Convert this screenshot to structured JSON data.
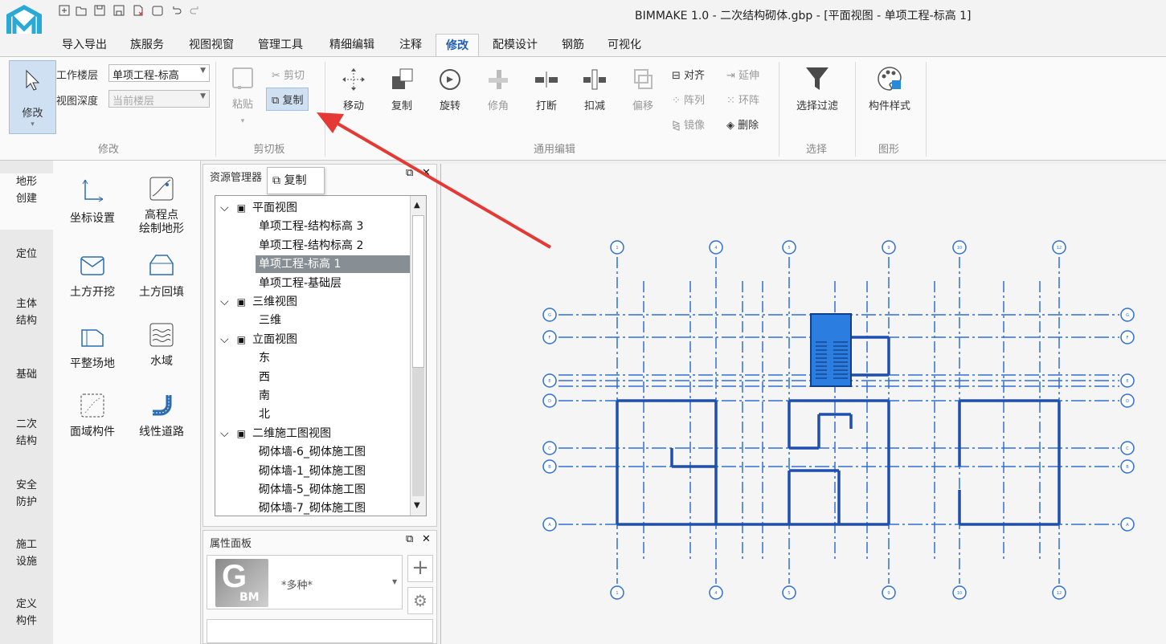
{
  "window": {
    "title": "BIMMAKE 1.0 - 二次结构砌体.gbp - [平面视图 - 单项工程-标高 1]"
  },
  "menu": {
    "items": [
      "导入导出",
      "族服务",
      "视图视窗",
      "管理工具",
      "精细编辑",
      "注释",
      "修改",
      "配模设计",
      "钢筋",
      "可视化"
    ],
    "active": "修改"
  },
  "ribbon": {
    "modify": {
      "label": "修改",
      "group": "修改",
      "work_floor_label": "工作楼层",
      "work_floor_value": "单项工程-标高",
      "view_depth_label": "视图深度",
      "view_depth_value": "当前楼层"
    },
    "clipboard": {
      "group": "剪切板",
      "paste": "粘贴",
      "cut": "剪切",
      "copy": "复制"
    },
    "edit": {
      "group": "通用编辑",
      "move": "移动",
      "copy": "复制",
      "rotate": "旋转",
      "trim": "修角",
      "break": "打断",
      "subtract": "扣减",
      "offset": "偏移",
      "align": "对齐",
      "extend": "延伸",
      "array": "阵列",
      "ring": "环阵",
      "mirror": "镜像",
      "delete": "删除"
    },
    "select": {
      "group": "选择",
      "filter": "选择过滤"
    },
    "graphics": {
      "group": "图形",
      "style": "构件样式"
    }
  },
  "left_tabs": [
    "地形\n创建",
    "定位",
    "主体\n结构",
    "基础",
    "二次\n结构",
    "安全\n防护",
    "施工\n设施",
    "定义\n构件"
  ],
  "tools": [
    {
      "label": "坐标设置",
      "icon": "coordinate-icon"
    },
    {
      "label": "高程点\n绘制地形",
      "icon": "elevation-terrain-icon"
    },
    {
      "label": "土方开挖",
      "icon": "excavation-icon"
    },
    {
      "label": "土方回填",
      "icon": "backfill-icon"
    },
    {
      "label": "平整场地",
      "icon": "site-leveling-icon"
    },
    {
      "label": "水域",
      "icon": "water-icon"
    },
    {
      "label": "面域构件",
      "icon": "area-component-icon"
    },
    {
      "label": "线性道路",
      "icon": "linear-road-icon"
    }
  ],
  "resource_manager": {
    "title": "资源管理器",
    "tooltip": "复制",
    "tree": [
      {
        "text": "平面视图",
        "level": 0,
        "expanded": true
      },
      {
        "text": "单项工程-结构标高 3",
        "level": 1
      },
      {
        "text": "单项工程-结构标高 2",
        "level": 1
      },
      {
        "text": "单项工程-标高 1",
        "level": 1,
        "selected": true
      },
      {
        "text": "单项工程-基础层",
        "level": 1
      },
      {
        "text": "三维视图",
        "level": 0,
        "expanded": true
      },
      {
        "text": "三维",
        "level": 1
      },
      {
        "text": "立面视图",
        "level": 0,
        "expanded": true
      },
      {
        "text": "东",
        "level": 1
      },
      {
        "text": "西",
        "level": 1
      },
      {
        "text": "南",
        "level": 1
      },
      {
        "text": "北",
        "level": 1
      },
      {
        "text": "二维施工图视图",
        "level": 0,
        "expanded": true
      },
      {
        "text": "砌体墙-6_砌体施工图",
        "level": 1
      },
      {
        "text": "砌体墙-1_砌体施工图",
        "level": 1
      },
      {
        "text": "砌体墙-5_砌体施工图",
        "level": 1
      },
      {
        "text": "砌体墙-7_砌体施工图",
        "level": 1
      }
    ]
  },
  "properties": {
    "title": "属性面板",
    "type": "*多种*",
    "logo_text": "BM"
  },
  "drawing": {
    "grid_color": "#2f6fd6",
    "wall_color": "#1e4fb0",
    "top_axes": [
      "1",
      "4",
      "5",
      "9",
      "10",
      "12"
    ],
    "left_axes": [
      "G",
      "F",
      "E",
      "D",
      "C",
      "B",
      "A"
    ]
  }
}
